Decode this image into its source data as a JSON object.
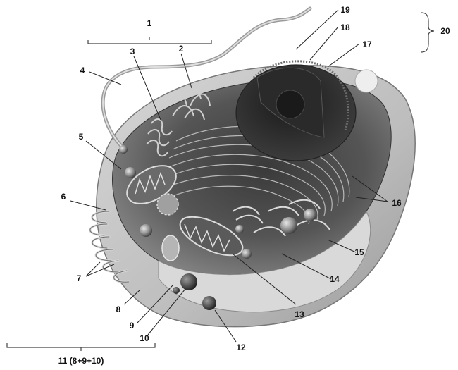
{
  "diagram": {
    "labels": {
      "l1": "1",
      "l2": "2",
      "l3": "3",
      "l4": "4",
      "l5": "5",
      "l6": "6",
      "l7": "7",
      "l8": "8",
      "l9": "9",
      "l10": "10",
      "l11": "11 (8+9+10)",
      "l12": "12",
      "l13": "13",
      "l14": "14",
      "l15": "15",
      "l16": "16",
      "l17": "17",
      "l18": "18",
      "l19": "19",
      "l20": "20"
    }
  }
}
